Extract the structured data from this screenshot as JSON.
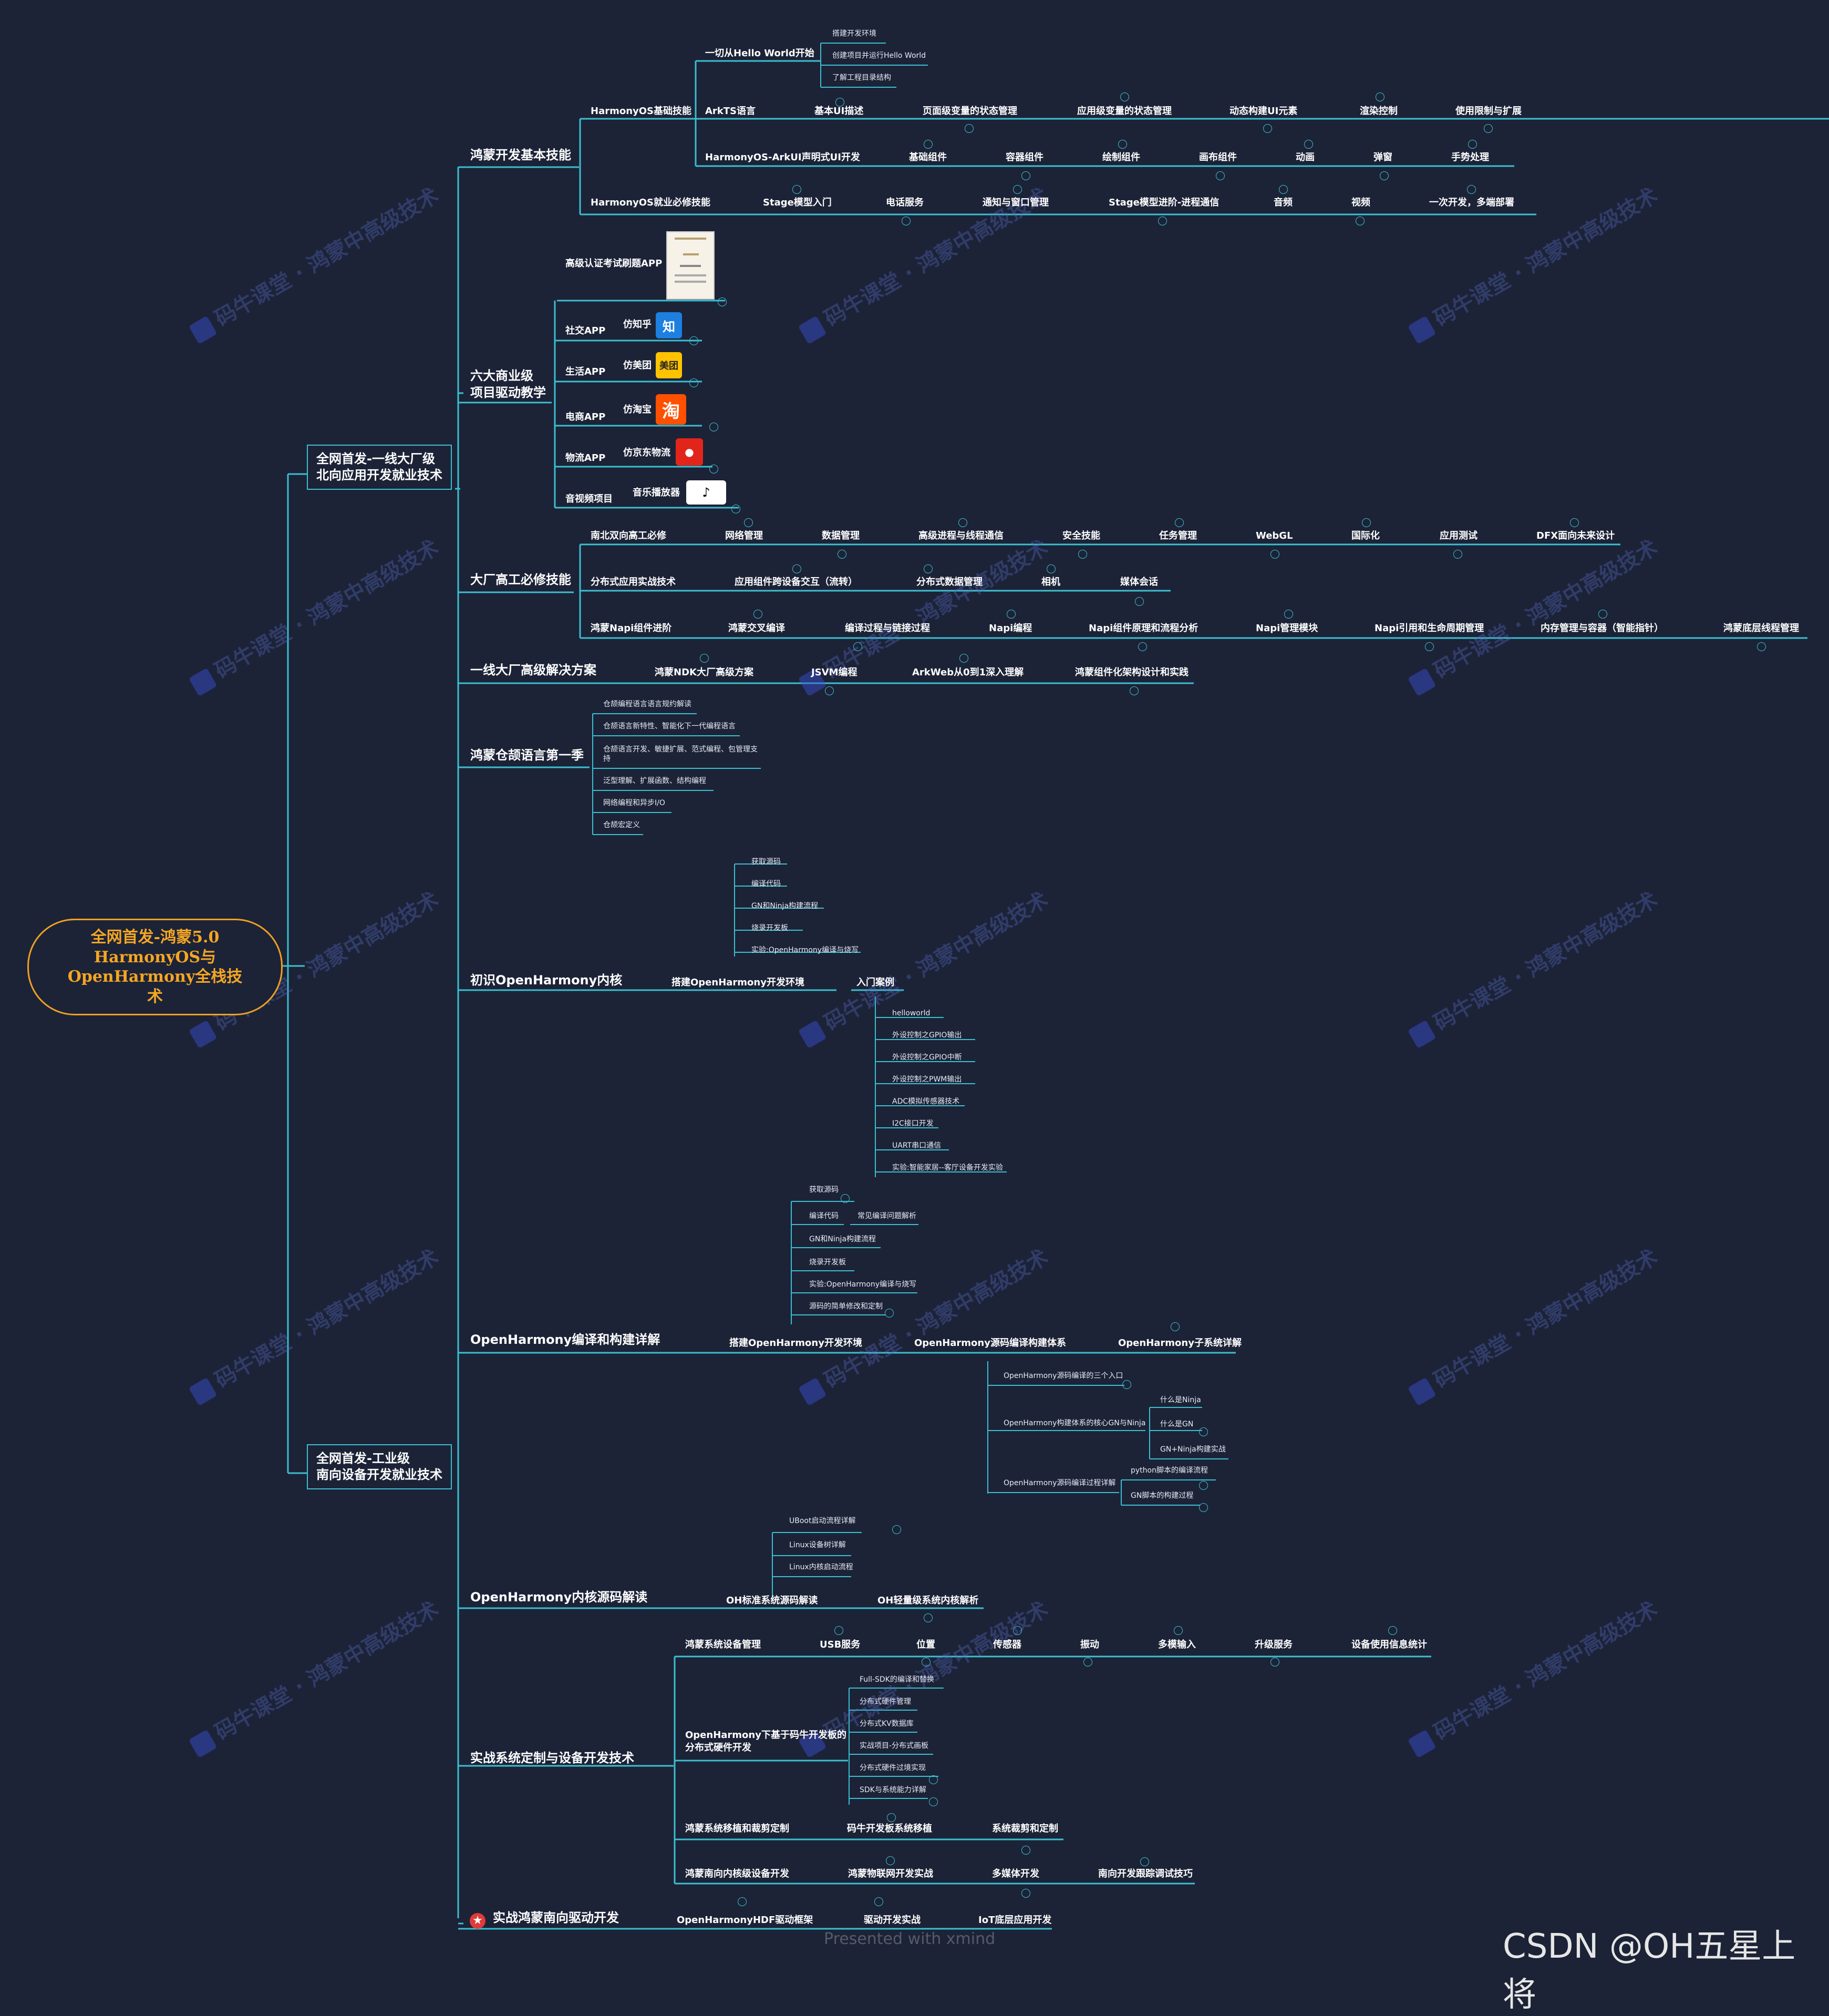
{
  "root": {
    "lines": [
      "全网首发-鸿蒙5.0",
      "HarmonyOS与",
      "OpenHarmony全栈技",
      "术"
    ]
  },
  "branch_north": {
    "lines": [
      "全网首发-一线大厂级",
      "北向应用开发就业技术"
    ]
  },
  "branch_south": {
    "lines": [
      "全网首发-工业级",
      "南向设备开发就业技术"
    ]
  },
  "watermark": "码牛课堂 · 鸿蒙中高级技术",
  "footer_brand": "Presented with xmind",
  "credit": "CSDN @OH五星上将",
  "colors": {
    "background": "#1c2337",
    "line": "#3bbfd0",
    "root_border": "#f0a020",
    "root_text": "#f5a623"
  },
  "labels": {
    "s1": "鸿蒙开发基本技能",
    "s1a": "HarmonyOS基础技能",
    "s1a_hw": "一切从Hello World开始",
    "s1a_hw1": "搭建开发环境",
    "s1a_hw2": "创建项目并运行Hello World",
    "s1a_hw3": "了解工程目录结构",
    "s1a_ark": "ArkTS语言",
    "s1a_ark1": "基本UI描述",
    "s1a_ark2": "页面级变量的状态管理",
    "s1a_ark3": "应用级变量的状态管理",
    "s1a_ark4": "动态构建UI元素",
    "s1a_ark5": "渲染控制",
    "s1a_ark6": "使用限制与扩展",
    "s1a_ui": "HarmonyOS-ArkUI声明式UI开发",
    "s1a_ui1": "基础组件",
    "s1a_ui2": "容器组件",
    "s1a_ui3": "绘制组件",
    "s1a_ui4": "画布组件",
    "s1a_ui5": "动画",
    "s1a_ui6": "弹窗",
    "s1a_ui7": "手势处理",
    "s1b": "HarmonyOS就业必修技能",
    "s1b1": "Stage模型入门",
    "s1b2": "电话服务",
    "s1b3": "通知与窗口管理",
    "s1b4": "Stage模型进阶-进程通信",
    "s1b5": "音频",
    "s1b6": "视频",
    "s1b7": "一次开发，多端部署",
    "s2_l1": "六大商业级",
    "s2_l2": "项目驱动教学",
    "s2_cert": "高级认证考试刷题APP",
    "s2_social": "社交APP",
    "s2_social_app": "仿知乎",
    "s2_social_icon": "知",
    "s2_life": "生活APP",
    "s2_life_app": "仿美团",
    "s2_life_icon": "美团",
    "s2_shop": "电商APP",
    "s2_shop_app": "仿淘宝",
    "s2_shop_icon": "淘",
    "s2_logi": "物流APP",
    "s2_logi_app": "仿京东物流",
    "s2_media": "音视频项目",
    "s2_media_app": "音乐播放器",
    "s2_media_icon": "♪",
    "s3": "大厂高工必修技能",
    "s3a": "南北双向高工必修",
    "s3a1": "网络管理",
    "s3a2": "数据管理",
    "s3a3": "高级进程与线程通信",
    "s3a4": "安全技能",
    "s3a5": "任务管理",
    "s3a6": "WebGL",
    "s3a7": "国际化",
    "s3a8": "应用测试",
    "s3a9": "DFX面向未来设计",
    "s3b": "分布式应用实战技术",
    "s3b1": "应用组件跨设备交互（流转）",
    "s3b2": "分布式数据管理",
    "s3b3": "相机",
    "s3b4": "媒体会话",
    "s3c": "鸿蒙Napi组件进阶",
    "s3c1": "鸿蒙交叉编译",
    "s3c2": "编译过程与链接过程",
    "s3c3": "Napi编程",
    "s3c4": "Napi组件原理和流程分析",
    "s3c5": "Napi管理模块",
    "s3c6": "Napi引用和生命周期管理",
    "s3c7": "内存管理与容器（智能指针）",
    "s3c8": "鸿蒙底层线程管理",
    "s4": "一线大厂高级解决方案",
    "s4a": "鸿蒙NDK大厂高级方案",
    "s4b": "JSVM编程",
    "s4c": "ArkWeb从0到1深入理解",
    "s4d": "鸿蒙组件化架构设计和实践",
    "s5": "鸿蒙仓颉语言第一季",
    "s5a": "仓颉编程语言语言规约解读",
    "s5b": "仓颉语言新特性、智能化下一代编程语言",
    "s5c1": "仓颉语言开发、敏捷扩展、范式编程、包管理支",
    "s5c2": "持",
    "s5d": "泛型理解、扩展函数、结构编程",
    "s5e": "网络编程和异步I/O",
    "s5f": "仓颉宏定义",
    "t1": "初识OpenHarmony内核",
    "t1a": "搭建OpenHarmony开发环境",
    "t1a1": "获取源码",
    "t1a2": "编译代码",
    "t1a3": "GN和Ninja构建流程",
    "t1a4": "烧录开发板",
    "t1a5": "实验:OpenHarmony编译与烧写",
    "t1b": "入门案例",
    "t1b1": "helloworld",
    "t1b2": "外设控制之GPIO输出",
    "t1b3": "外设控制之GPIO中断",
    "t1b4": "外设控制之PWM输出",
    "t1b5": "ADC模拟传感器技术",
    "t1b6": "I2C接口开发",
    "t1b7": "UART串口通信",
    "t1b8": "实验:智能家居--客厅设备开发实验",
    "t2": "OpenHarmony编译和构建详解",
    "t2a": "搭建OpenHarmony开发环境",
    "t2a1": "获取源码",
    "t2a2": "编译代码",
    "t2a2x": "常见编译问题解析",
    "t2a3": "GN和Ninja构建流程",
    "t2a4": "烧录开发板",
    "t2a5": "实验:OpenHarmony编译与烧写",
    "t2a6": "源码的简单修改和定制",
    "t2b": "OpenHarmony源码编译构建体系",
    "t2b1": "OpenHarmony源码编译的三个入口",
    "t2b2": "OpenHarmony构建体系的核心GN与Ninja",
    "t2b2a": "什么是Ninja",
    "t2b2b": "什么是GN",
    "t2b2c": "GN+Ninja构建实战",
    "t2b3": "OpenHarmony源码编译过程详解",
    "t2b3a": "python脚本的编译流程",
    "t2b3b": "GN脚本的构建过程",
    "t2c": "OpenHarmony子系统详解",
    "t3": "OpenHarmony内核源码解读",
    "t3a": "OH标准系统源码解读",
    "t3a1": "UBoot启动流程详解",
    "t3a2": "Linux设备树详解",
    "t3a3": "Linux内核启动流程",
    "t3b": "OH轻量级系统内核解析",
    "t4": "实战系统定制与设备开发技术",
    "t4a": "鸿蒙系统设备管理",
    "t4a1": "USB服务",
    "t4a2": "位置",
    "t4a3": "传感器",
    "t4a4": "振动",
    "t4a5": "多模输入",
    "t4a6": "升级服务",
    "t4a7": "设备使用信息统计",
    "t4b_l1": "OpenHarmony下基于码牛开发板的",
    "t4b_l2": "分布式硬件开发",
    "t4b1": "Full-SDK的编译和替换",
    "t4b2": "分布式硬件管理",
    "t4b3": "分布式KV数据库",
    "t4b4": "实战项目-分布式画板",
    "t4b5": "分布式硬件过境实现",
    "t4b6": "SDK与系统能力详解",
    "t4c": "鸿蒙系统移植和裁剪定制",
    "t4c1": "码牛开发板系统移植",
    "t4c2": "系统裁剪和定制",
    "t4d": "鸿蒙南向内核级设备开发",
    "t4d1": "鸿蒙物联网开发实战",
    "t4d2": "多媒体开发",
    "t4d3": "南向开发跟踪调试技巧",
    "t5": "实战鸿蒙南向驱动开发",
    "t5a": "OpenHarmonyHDF驱动框架",
    "t5b": "驱动开发实战",
    "t5c": "IoT底层应用开发"
  }
}
